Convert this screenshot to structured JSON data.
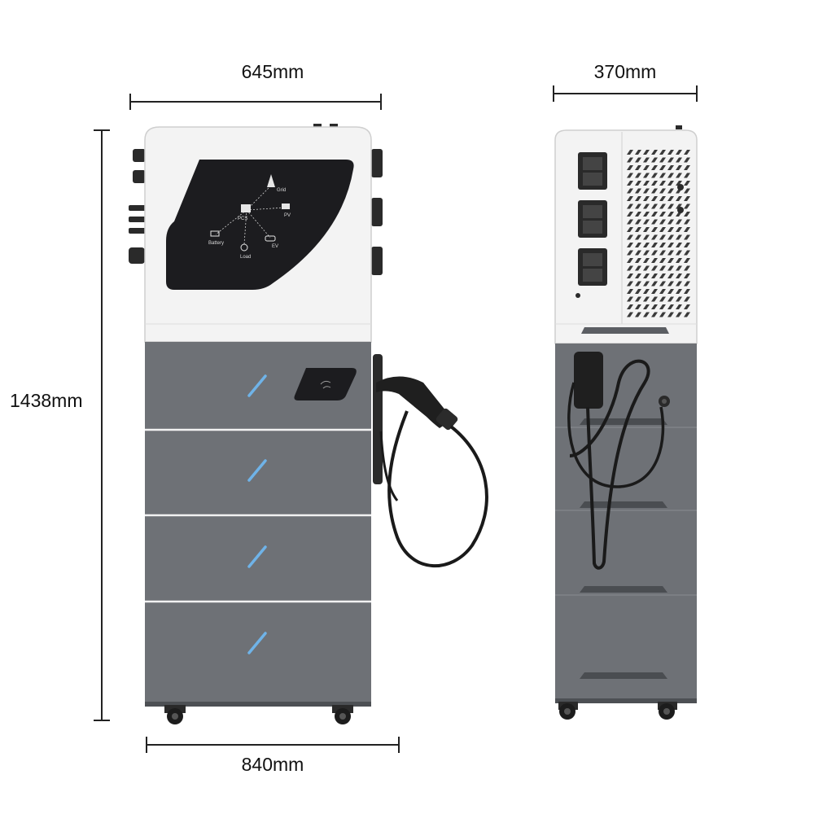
{
  "dimensions": {
    "front_top_width": "645mm",
    "side_width": "370mm",
    "height": "1438mm",
    "front_bottom_width": "840mm"
  },
  "screen": {
    "labels": {
      "grid": "Grid",
      "pcs": "PCS",
      "pv": "PV",
      "battery": "Battery",
      "load": "Load",
      "ev": "EV"
    }
  },
  "colors": {
    "cabinet_gray": "#6e7176",
    "cabinet_gray_dark": "#5b5e63",
    "panel_white": "#f3f3f3",
    "screen_black": "#1c1c1f",
    "accent_blue": "#6fb3e8",
    "cable_black": "#1a1a1a",
    "dimension_line": "#222222"
  },
  "icons": [
    "grid-icon",
    "pcs-icon",
    "pv-icon",
    "battery-icon",
    "load-icon",
    "ev-icon",
    "caster-wheel-icon",
    "ev-charging-plug-icon"
  ]
}
